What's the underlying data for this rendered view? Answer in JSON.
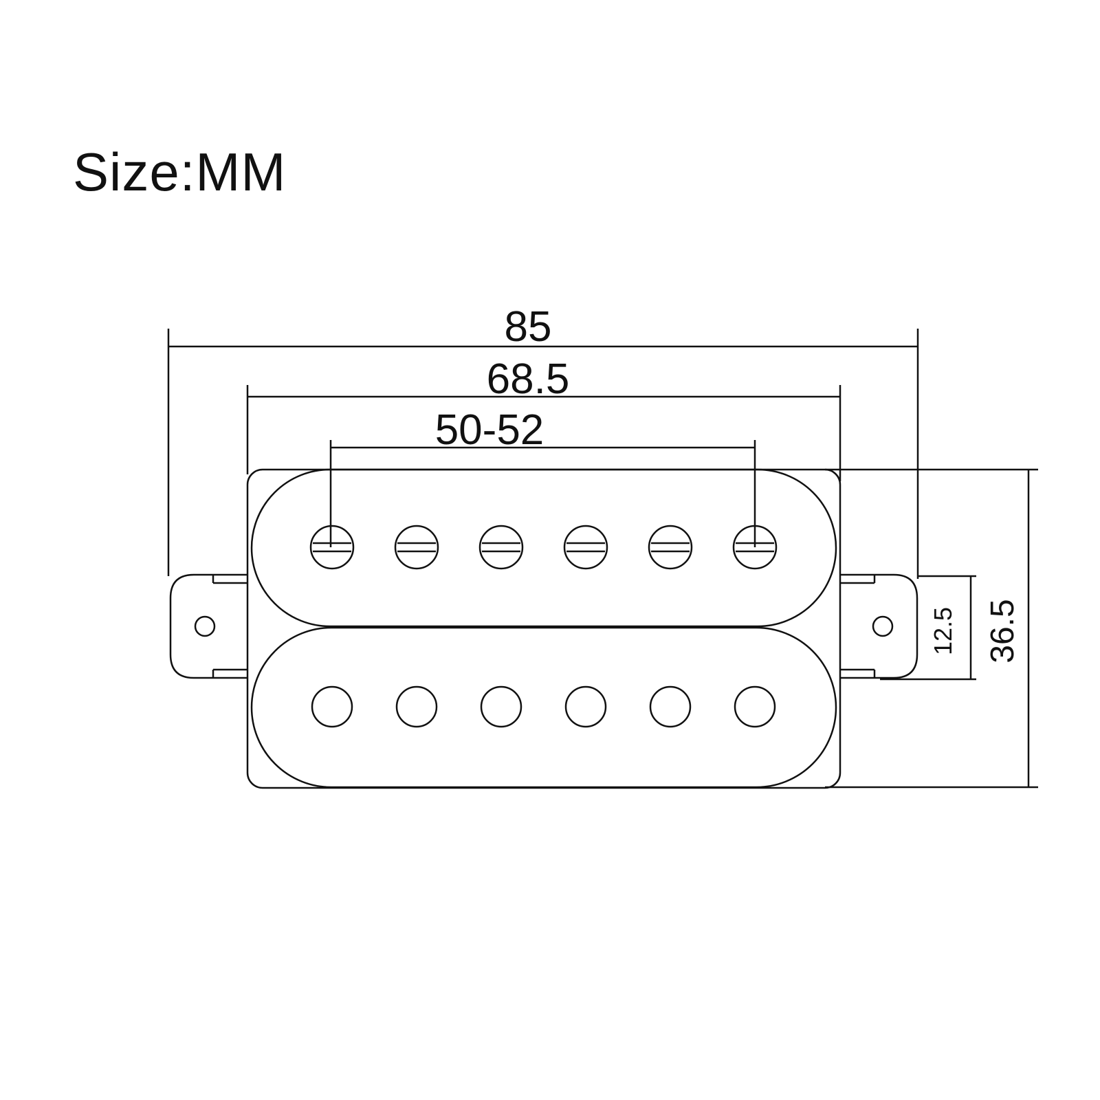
{
  "title": "Size:MM",
  "dimensions": {
    "overall_length": "85",
    "cover_length": "68.5",
    "pole_spacing": "50-52",
    "tab_height": "12.5",
    "overall_width": "36.5"
  },
  "colors": {
    "line": "#111111",
    "background": "#ffffff"
  }
}
